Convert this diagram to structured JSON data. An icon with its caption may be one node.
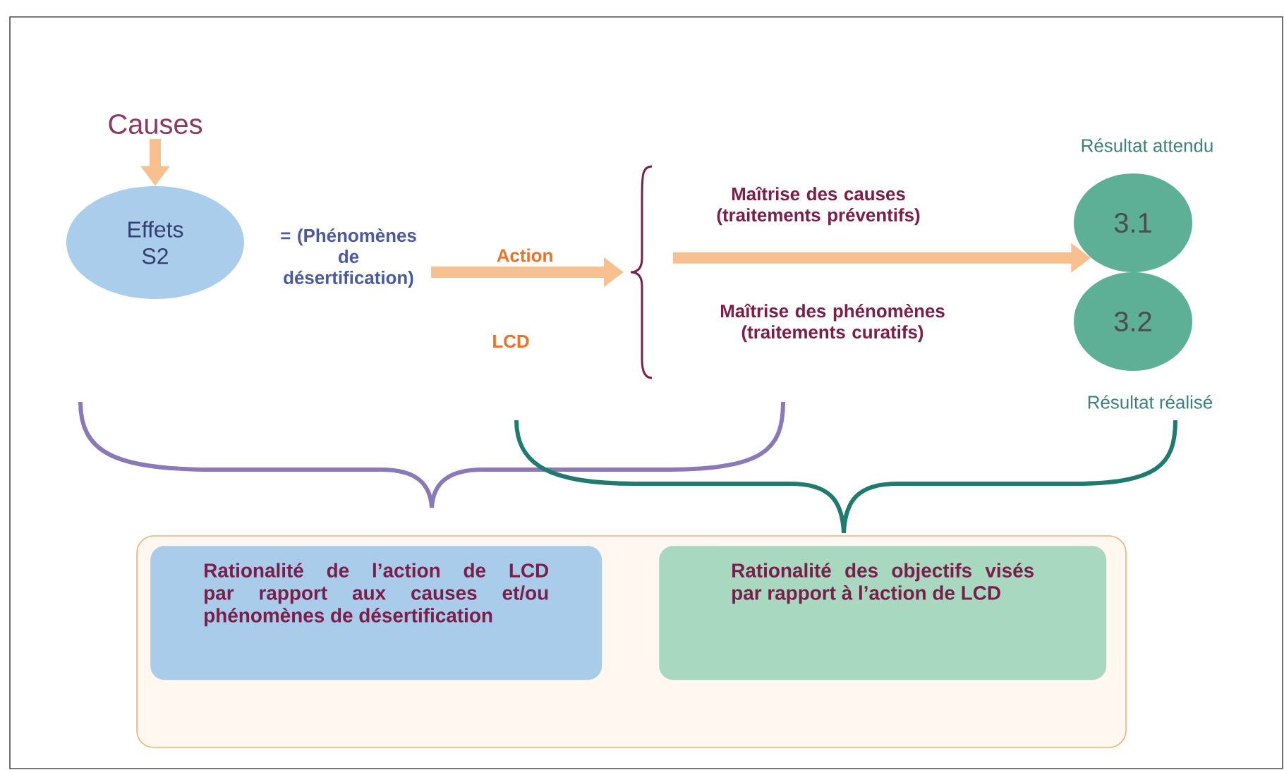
{
  "diagram": {
    "nodes": [
      {
        "text": [
          "Causes"
        ]
      },
      {
        "text": [
          "Effets S2"
        ]
      },
      {
        "text": [
          "= (Phénomènes de désertification)"
        ]
      },
      {
        "text": [
          "3.1"
        ],
        "beside": [
          "Résultat attendu"
        ]
      },
      {
        "text": [
          "3.2"
        ],
        "beside": [
          "Résultat réalisé"
        ]
      },
      {
        "text": [],
        "shape": "box"
      },
      {
        "text": [
          "Rationalité de l’action de LCD par rapport aux causes et/ou phénomènes de désertification"
        ],
        "in": 5
      },
      {
        "text": [
          "Rationalité des objectifs visés par rapport à l’action de LCD"
        ],
        "in": 5
      }
    ],
    "edges": [
      {
        "from": 0,
        "to": 1,
        "arrow": "to"
      },
      {
        "from": 2,
        "to": null,
        "arrow": "to",
        "label": "Action"
      },
      {
        "from": null,
        "to": 3,
        "arrow": "to"
      }
    ],
    "labels": [
      "LCD",
      "Maîtrise des causes (traitements préventifs)",
      "Maîtrise des phénomènes (traitements curatifs)"
    ]
  }
}
